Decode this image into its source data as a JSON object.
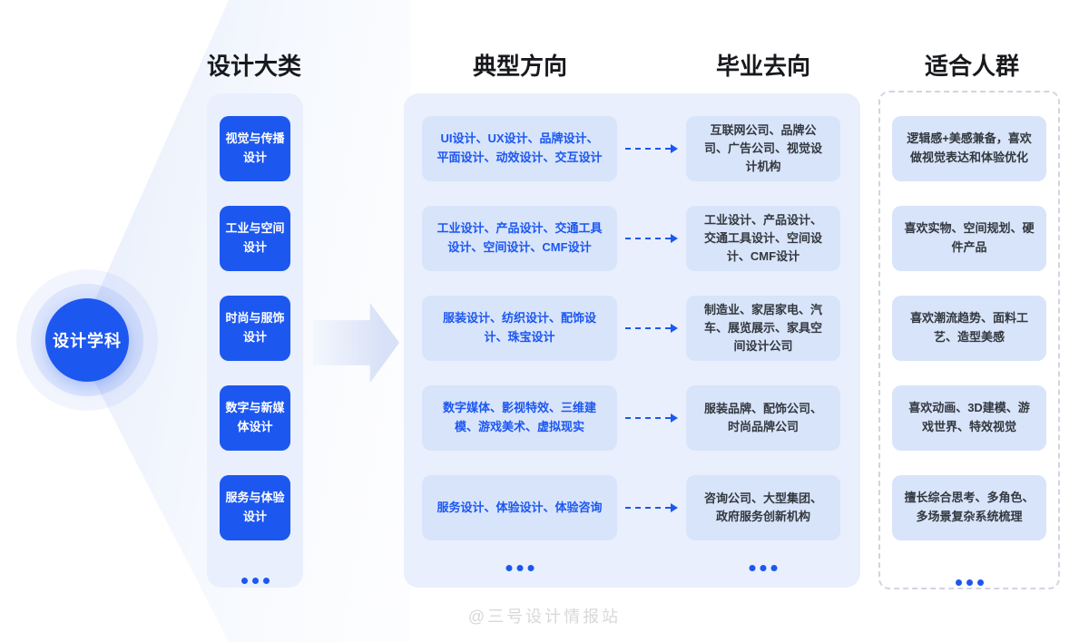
{
  "headers": {
    "col1": "设计大类",
    "col2": "典型方向",
    "col3": "毕业去向",
    "col4": "适合人群"
  },
  "hub_label": "设计学科",
  "rows": [
    {
      "category": "视觉与传播设计",
      "directions": "UI设计、UX设计、品牌设计、平面设计、动效设计、交互设计",
      "destinations": "互联网公司、品牌公司、广告公司、视觉设计机构",
      "audience": "逻辑感+美感兼备，喜欢做视觉表达和体验优化"
    },
    {
      "category": "工业与空间设计",
      "directions": "工业设计、产品设计、交通工具设计、空间设计、CMF设计",
      "destinations": "工业设计、产品设计、交通工具设计、空间设计、CMF设计",
      "audience": "喜欢实物、空间规划、硬件产品"
    },
    {
      "category": "时尚与服饰设计",
      "directions": "服装设计、纺织设计、配饰设计、珠宝设计",
      "destinations": "制造业、家居家电、汽车、展览展示、家具空间设计公司",
      "audience": "喜欢潮流趋势、面料工艺、造型美感"
    },
    {
      "category": "数字与新媒体设计",
      "directions": "数字媒体、影视特效、三维建模、游戏美术、虚拟现实",
      "destinations": "服装品牌、配饰公司、时尚品牌公司",
      "audience": "喜欢动画、3D建模、游戏世界、特效视觉"
    },
    {
      "category": "服务与体验设计",
      "directions": "服务设计、体验设计、体验咨询",
      "destinations": "咨询公司、大型集团、政府服务创新机构",
      "audience": "擅长综合思考、多角色、多场景复杂系统梳理"
    }
  ],
  "watermark": "@三号设计情报站",
  "colors": {
    "primary_blue": "#1c57f0",
    "panel_bg": "#e9effc",
    "box_bg": "#d8e4fa",
    "dark_text": "#33383f",
    "watermark_gray": "#d8d8d8"
  }
}
